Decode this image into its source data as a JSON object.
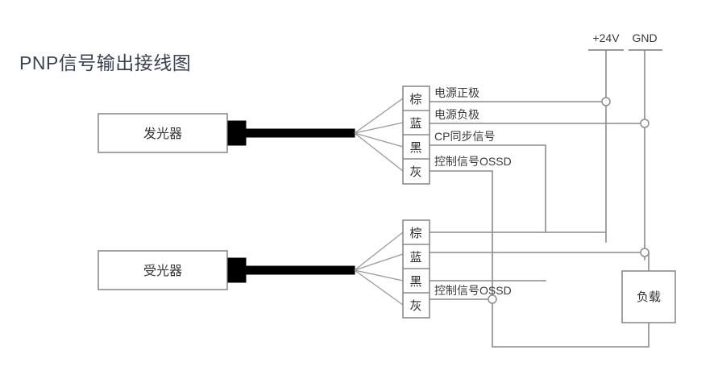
{
  "title": "PNP信号输出接线图",
  "devices": [
    {
      "id": "emitter",
      "label": "发光器"
    },
    {
      "id": "receiver",
      "label": "受光器"
    }
  ],
  "power_rails": [
    {
      "id": "v24",
      "label": "+24V"
    },
    {
      "id": "gnd",
      "label": "GND"
    }
  ],
  "load": {
    "label": "负载"
  },
  "terminal_blocks": [
    {
      "id": "emitter-terminals",
      "device": "发光器",
      "rows": [
        {
          "color_code": "棕",
          "signal": "电源正极"
        },
        {
          "color_code": "蓝",
          "signal": "电源负极"
        },
        {
          "color_code": "黑",
          "signal": "CP同步信号"
        },
        {
          "color_code": "灰",
          "signal": "控制信号OSSD"
        }
      ]
    },
    {
      "id": "receiver-terminals",
      "device": "受光器",
      "rows": [
        {
          "color_code": "棕",
          "signal": ""
        },
        {
          "color_code": "蓝",
          "signal": ""
        },
        {
          "color_code": "黑",
          "signal": ""
        },
        {
          "color_code": "灰",
          "signal": "控制信号OSSD"
        }
      ]
    }
  ],
  "colors": {
    "wire": "#8c8c8c",
    "cable": "#000000",
    "title": "#3b4252",
    "text": "#333333",
    "background": "#ffffff"
  }
}
